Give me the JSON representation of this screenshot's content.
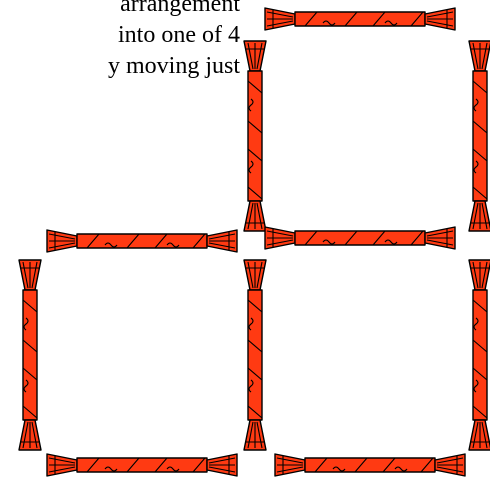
{
  "text_lines": [
    "arrangement",
    "into one of 4",
    "y moving just"
  ],
  "colors": {
    "cracker_fill": "#ff3a12",
    "outline": "#000000",
    "background": "#ffffff"
  },
  "cracker_count": 10,
  "shape_description_icon": "christmas-cracker-icon"
}
